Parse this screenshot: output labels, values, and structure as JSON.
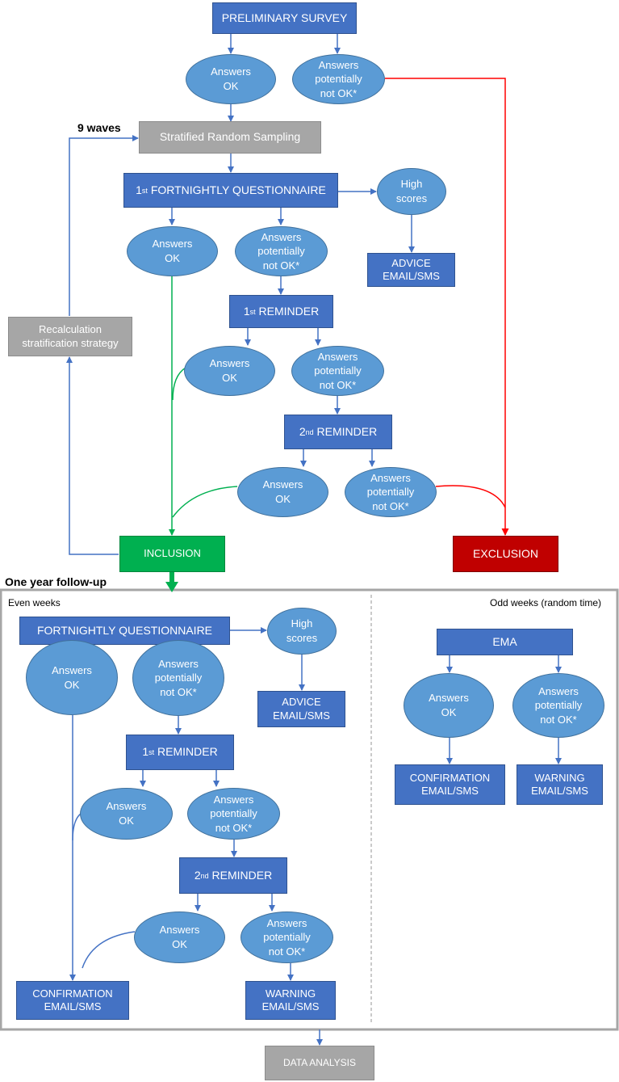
{
  "labels": {
    "waves": "9 waves",
    "followup": "One year follow-up",
    "even_weeks": "Even weeks",
    "odd_weeks": "Odd weeks (random time)"
  },
  "boxes": {
    "preliminary_survey": "PRELIMINARY SURVEY",
    "stratified_sampling": "Stratified Random Sampling",
    "first_fortnightly": "FORTNIGHTLY QUESTIONNAIRE",
    "ordinal_first": "1",
    "ordinal_second": "2",
    "sup_st": "st",
    "sup_nd": "nd",
    "reminder": "REMINDER",
    "recalculation": "Recalculation\nstratification strategy",
    "advice": "ADVICE\nEMAIL/SMS",
    "inclusion": "INCLUSION",
    "exclusion": "EXCLUSION",
    "fortnightly": "FORTNIGHTLY QUESTIONNAIRE",
    "ema": "EMA",
    "confirmation": "CONFIRMATION\nEMAIL/SMS",
    "warning": "WARNING\nEMAIL/SMS",
    "data_analysis": "DATA ANALYSIS"
  },
  "ovals": {
    "answers_ok": "Answers\nOK",
    "answers_not_ok": "Answers\npotentially\nnot OK*",
    "high_scores": "High\nscores"
  },
  "colors": {
    "box_blue": "#4472c4",
    "oval_blue": "#5b9bd5",
    "gray": "#a6a6a6",
    "inclusion_green": "#00b050",
    "exclusion_red": "#c00000",
    "connector": "#4472c4",
    "green_path": "#00b050",
    "red_path": "#ff0000"
  }
}
